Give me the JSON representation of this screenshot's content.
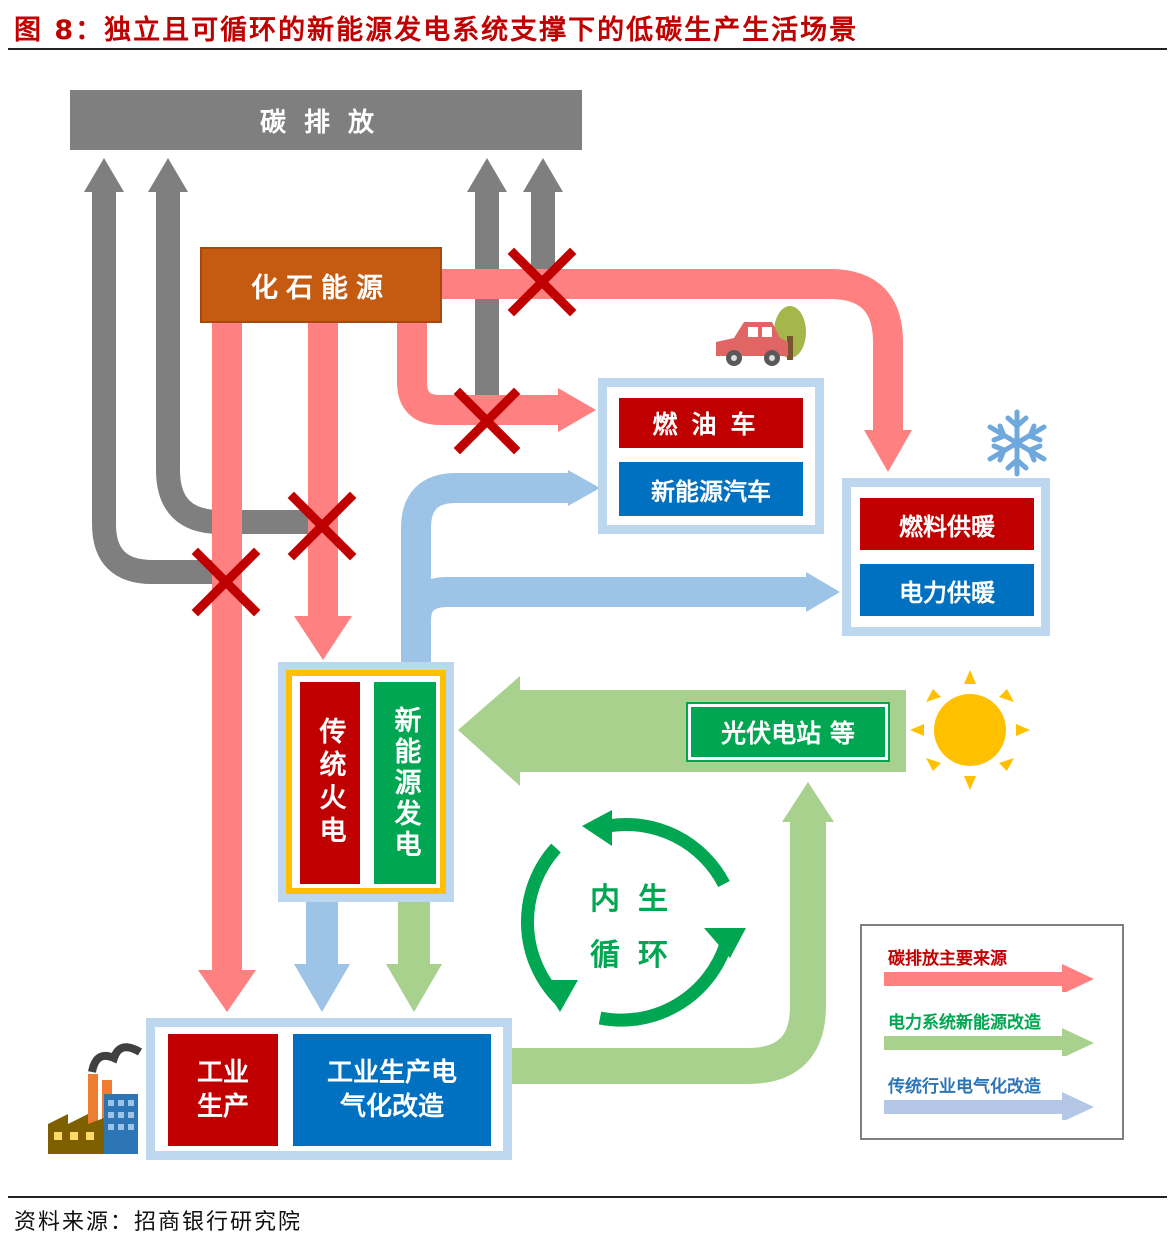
{
  "figure": {
    "title": "图 8：独立且可循环的新能源发电系统支撑下的低碳生产生活场景",
    "source": "资料来源：招商银行研究院"
  },
  "nodes": {
    "carbon_emission": "碳排放",
    "fossil_energy": "化石能源",
    "fuel_car": "燃油车",
    "new_energy_car": "新能源汽车",
    "fuel_heating": "燃料供暖",
    "electric_heating": "电力供暖",
    "traditional_thermal": "传统火电",
    "new_energy_generation": "新能源发电",
    "pv_station": "光伏电站 等",
    "industrial_production": "工业生产",
    "industrial_electrification": "工业生产电气化改造",
    "internal_cycle_1": "内生",
    "internal_cycle_2": "循环"
  },
  "legend": {
    "items": [
      {
        "label": "碳排放主要来源",
        "color": "#ff7c80"
      },
      {
        "label": "电力系统新能源改造",
        "color": "#a9d18e"
      },
      {
        "label": "传统行业电气化改造",
        "color": "#b4c7e7"
      }
    ]
  },
  "colors": {
    "carbon_arrow": "#7f7f7f",
    "emission_arrow": "#ff8080",
    "electric_arrow": "#9dc3e6",
    "green_arrow": "#a9d18e",
    "cross": "#c00000",
    "fossil": "#c55a11",
    "red_box": "#c00000",
    "blue_box": "#0070c0",
    "green_box": "#00a651",
    "panel_border": "#bdd7ee",
    "gen_frame": "#ffc000"
  },
  "icons": [
    "car-icon",
    "tree-icon",
    "snowflake-icon",
    "sun-icon",
    "factory-icon",
    "cross-icon"
  ]
}
